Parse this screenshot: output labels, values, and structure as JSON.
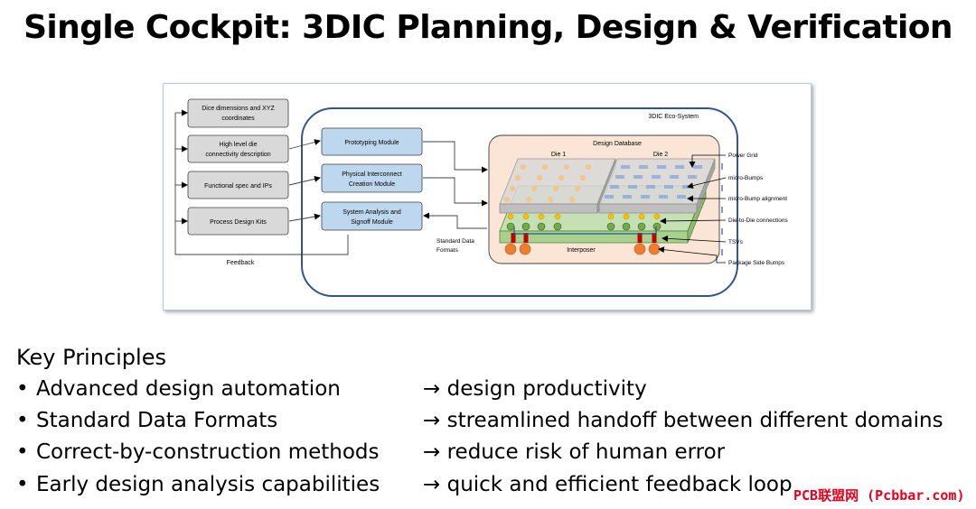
{
  "title": "Single Cockpit: 3DIC Planning, Design &  Verification",
  "diagram": {
    "inputs": [
      [
        "Dice dimensions and XYZ",
        "coordinates"
      ],
      [
        "High level die",
        "connectivity description"
      ],
      [
        "Functional spec and IPs"
      ],
      [
        "Process Design Kits"
      ]
    ],
    "feedback": "Feedback",
    "ecosystem": "3DIC Eco-System",
    "modules": [
      [
        "Prototyping Module"
      ],
      [
        "Physical Interconnect",
        "Creation Module"
      ],
      [
        "System Analysis and",
        "Signoff Module"
      ]
    ],
    "standard_data": [
      "Standard Data",
      "Formats"
    ],
    "design_database": "Design Database",
    "die1": "Die 1",
    "die2": "Die 2",
    "interposer": "Interposer",
    "callouts": [
      "Power Grid",
      "micro-Bumps",
      "micro-Bump alignment",
      "Die-to-Die connections",
      "TSVs",
      "Package Side Bumps"
    ]
  },
  "principles_heading": "Key Principles",
  "principles": [
    {
      "bullet": "•",
      "principle": "Advanced design automation",
      "benefit": "design productivity"
    },
    {
      "bullet": "•",
      "principle": "Standard Data Formats",
      "benefit": "streamlined handoff between different domains"
    },
    {
      "bullet": "•",
      "principle": "Correct-by-construction methods",
      "benefit": "reduce risk of human error"
    },
    {
      "bullet": "•",
      "principle": "Early design analysis capabilities",
      "benefit": "quick and efficient feedback loop"
    }
  ],
  "arrow_glyph": "→",
  "watermark": "PCB联盟网 (Pcbbar.com)",
  "colors": {
    "ecosystem_border": "#2f5597",
    "input_box_fill": "#d9d9d9",
    "module_box_fill": "#bdd7ee",
    "database_fill": "#fbe5d6",
    "interposer_fill": "#a9d18e",
    "microbump": "#70ad47",
    "tsv": "#c00000",
    "package_bump": "#ed7d31",
    "watermark": "#e8001c"
  }
}
